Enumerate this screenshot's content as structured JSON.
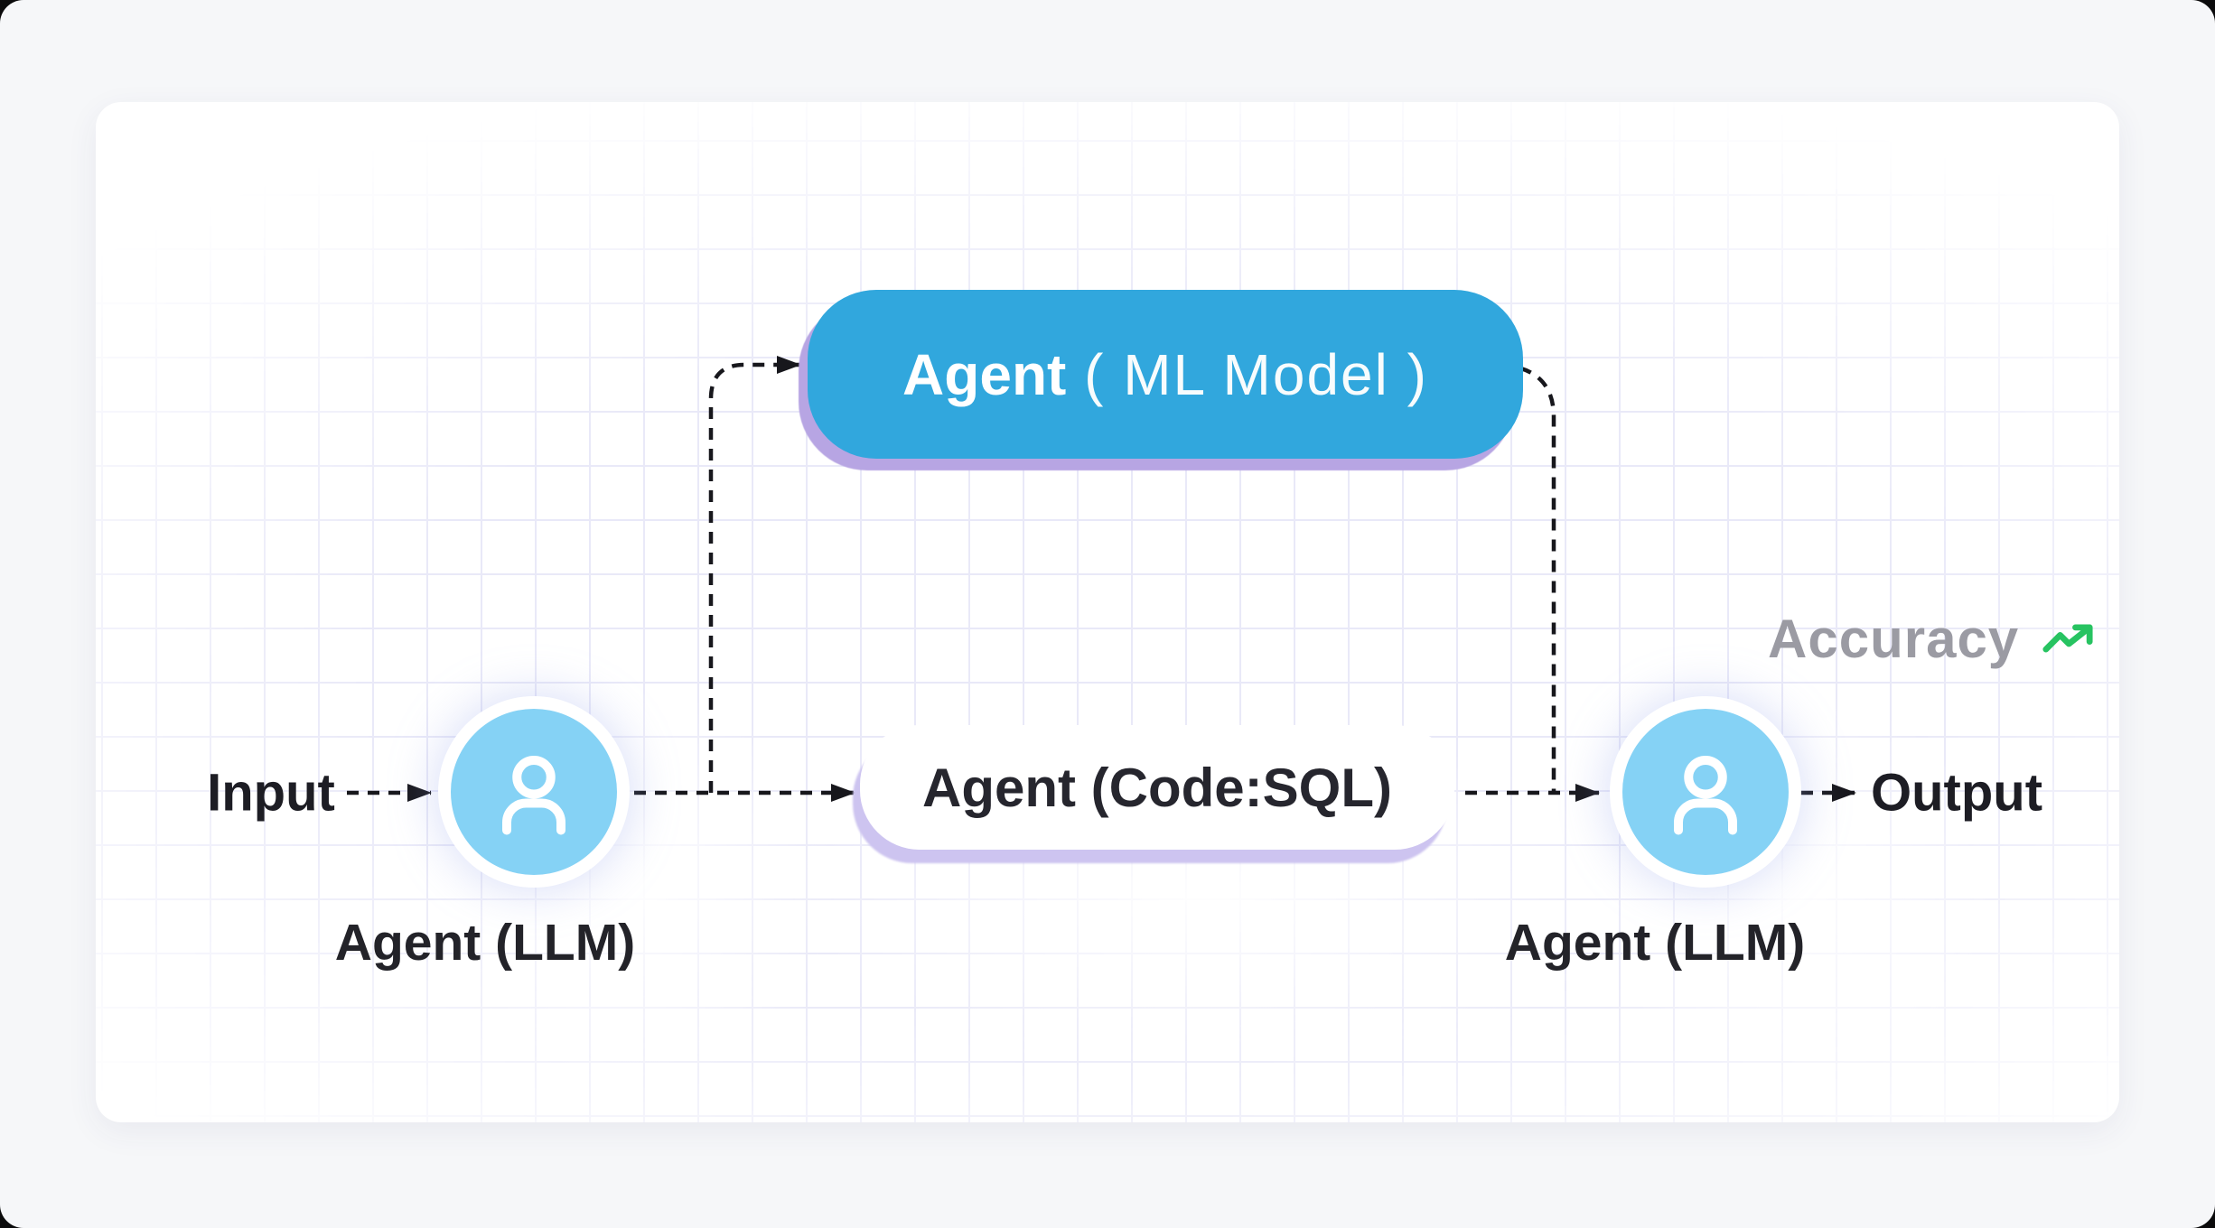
{
  "diagram": {
    "title_hint": "agent-workflow-diagram",
    "nodes": {
      "input": {
        "label": "Input"
      },
      "output": {
        "label": "Output"
      },
      "agent_ml": {
        "label_bold": "Agent",
        "label_rest": " ( ML Model )"
      },
      "agent_sql": {
        "label": "Agent (Code:SQL)"
      },
      "agent_llm_left": {
        "label": "Agent (LLM)",
        "icon": "user-icon"
      },
      "agent_llm_right": {
        "label": "Agent (LLM)",
        "icon": "user-icon"
      },
      "accuracy": {
        "label": "Accuracy",
        "icon": "trending-up-icon"
      }
    },
    "edges": [
      {
        "from": "input",
        "to": "agent_llm_left",
        "style": "dashed-arrow"
      },
      {
        "from": "agent_llm_left",
        "to": "agent_sql",
        "style": "dashed-arrow"
      },
      {
        "from": "agent_llm_left",
        "to": "agent_ml",
        "style": "dashed-arrow"
      },
      {
        "from": "agent_ml",
        "to": "agent_llm_right",
        "style": "dashed"
      },
      {
        "from": "agent_sql",
        "to": "agent_llm_right",
        "style": "dashed-arrow"
      },
      {
        "from": "agent_llm_right",
        "to": "output",
        "style": "dashed-arrow"
      }
    ],
    "colors": {
      "node_blue": "#31a7dd",
      "node_blue_shadow": "#b7a5e3",
      "node_white_shadow": "#cdc4f0",
      "icon_blue": "#85d2f5",
      "text_dark": "#1d1d24",
      "text_gray": "#9b9ba3",
      "accent_green": "#27c361",
      "line_black": "#17171c",
      "grid_line": "#e9e9f8",
      "page_bg": "#f6f7f9",
      "card_bg": "#ffffff"
    }
  }
}
